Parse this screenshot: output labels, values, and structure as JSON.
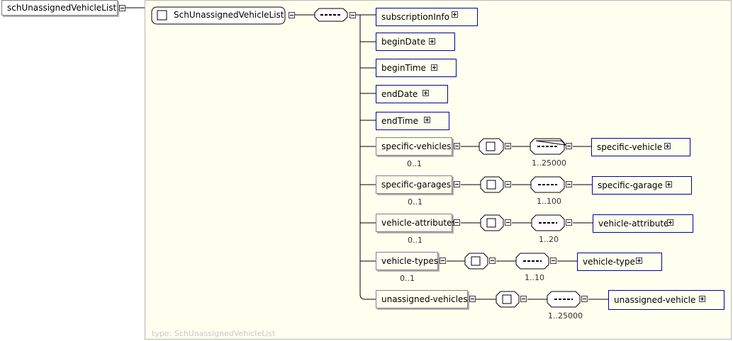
{
  "root_element": "schUnassignedVehicleList",
  "complex_type": "SchUnassignedVehicleList",
  "type_label": "type: SchUnassignedVehicleList",
  "children": [
    {
      "name": "subscriptionInfo"
    },
    {
      "name": "beginDate"
    },
    {
      "name": "beginTime"
    },
    {
      "name": "endDate"
    },
    {
      "name": "endTime"
    },
    {
      "name": "specific-vehicles",
      "occurs": "0..1",
      "child": "specific-vehicle",
      "child_occurs": "1..25000"
    },
    {
      "name": "specific-garages",
      "occurs": "0..1",
      "child": "specific-garage",
      "child_occurs": "1..100"
    },
    {
      "name": "vehicle-attributes",
      "occurs": "0..1",
      "child": "vehicle-attribute",
      "child_occurs": "1..20"
    },
    {
      "name": "vehicle-types",
      "occurs": "0..1",
      "child": "vehicle-type",
      "child_occurs": "1..10"
    },
    {
      "name": "unassigned-vehicles",
      "child": "unassigned-vehicle",
      "child_occurs": "1..25000"
    }
  ],
  "colors": {
    "panel": "#fffff0",
    "ref_border": "#0000a0",
    "opt_border": "#808080",
    "line": "#000000"
  }
}
